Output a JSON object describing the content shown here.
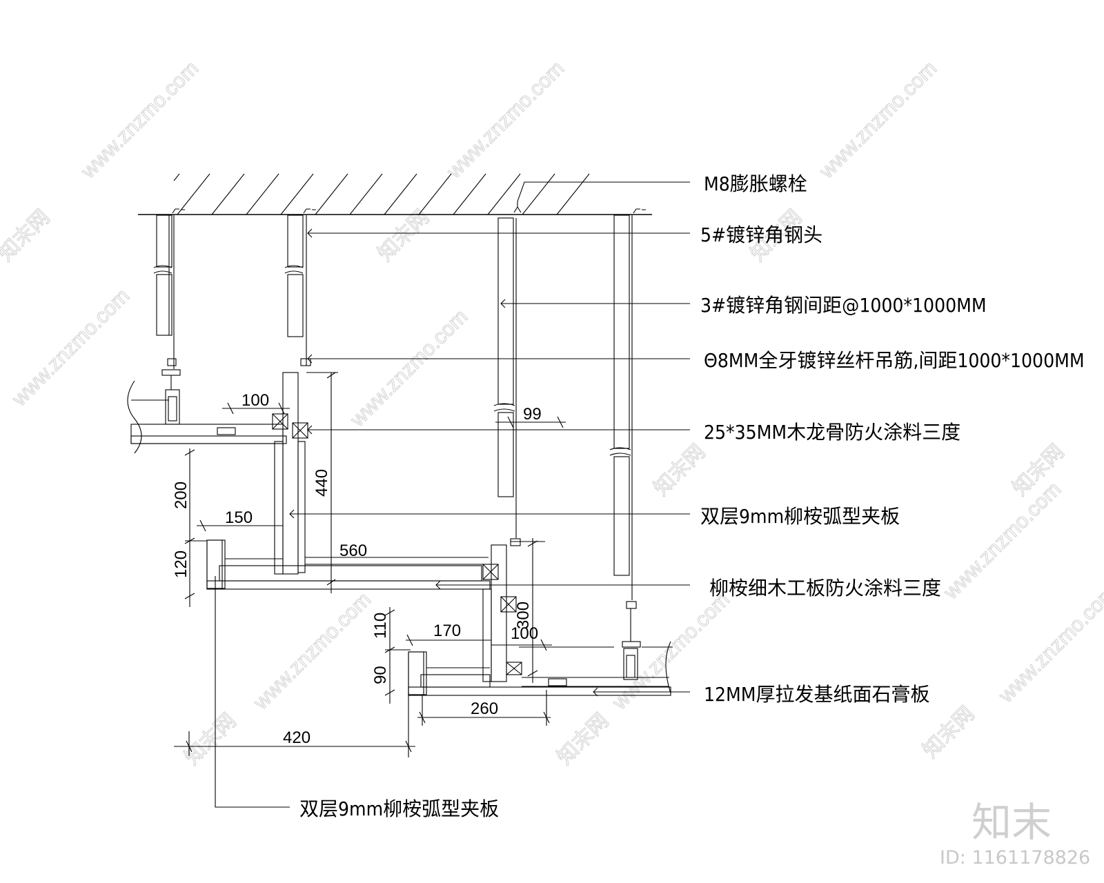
{
  "callouts": {
    "m8_bolt": "M8膨胀螺栓",
    "angle_head": "5#镀锌角钢头",
    "angle_steel": "3#镀锌角钢间距@1000*1000MM",
    "rod": "Θ8MM全牙镀锌丝杆吊筋,间距1000*1000MM",
    "keel": "25*35MM木龙骨防火涂料三度",
    "plywood_upper": "双层9mm柳桉弧型夹板",
    "blockboard": "柳桉细木工板防火涂料三度",
    "gypsum": "12MM厚拉发基纸面石膏板",
    "plywood_lower": "双层9mm柳桉弧型夹板"
  },
  "dimensions": {
    "d100_top": "100",
    "d99": "99",
    "d440": "440",
    "d200": "200",
    "d150": "150",
    "d120": "120",
    "d560": "560",
    "d300": "300",
    "d110": "110",
    "d170": "170",
    "d100_low": "100",
    "d90": "90",
    "d260": "260",
    "d420": "420"
  },
  "watermark": {
    "url": "www.znzmo.com",
    "cn": "知末网",
    "brand": "知末",
    "id": "ID: 1161178826"
  }
}
